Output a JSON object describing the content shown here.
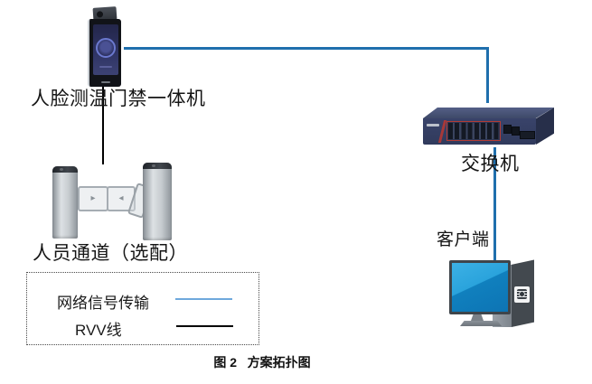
{
  "diagram": {
    "caption": "图 2   方案拓扑图",
    "labels": {
      "face_terminal": "人脸测温门禁一体机",
      "turnstile": "人员通道（选配）",
      "switch": "交换机",
      "client": "客户端"
    },
    "legend": {
      "network_label": "网络信号传输",
      "rvv_label": "RVV线"
    },
    "icons": {
      "face_terminal": "face-recognition-terminal-icon",
      "turnstile": "swing-gate-icon",
      "switch": "ethernet-switch-icon",
      "client": "desktop-computer-icon"
    },
    "colors": {
      "network_line": "#1f6fad",
      "legend_network_line": "#6fa8dc",
      "rvv_line": "#000000",
      "switch_body": "#39436a",
      "monitor_screen": "#2aa3dc"
    },
    "connections": [
      {
        "from": "face_terminal",
        "to": "switch",
        "type": "network"
      },
      {
        "from": "face_terminal",
        "to": "turnstile",
        "type": "rvv"
      },
      {
        "from": "switch",
        "to": "client",
        "type": "network"
      }
    ]
  }
}
